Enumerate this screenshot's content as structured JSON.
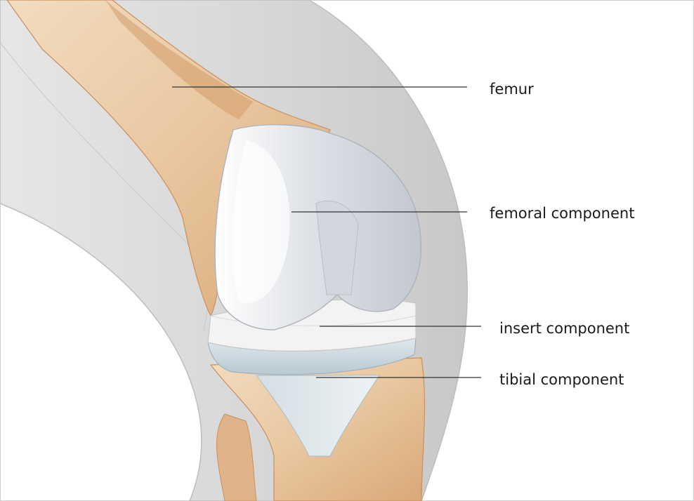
{
  "labels": {
    "femur": "femur",
    "femoral_component": "femoral component",
    "insert_component": "insert component",
    "tibial_component": "tibial component"
  },
  "colors": {
    "soft_tissue": "#d9d9d9",
    "soft_tissue_edge": "#c4c4c4",
    "bone": "#e8c9a6",
    "bone_shadow": "#c98f5c",
    "metal": "#e4e6ea",
    "insert": "#f4f4f4",
    "tibial_tray": "#c9d7de",
    "leader_line": "#333333"
  }
}
